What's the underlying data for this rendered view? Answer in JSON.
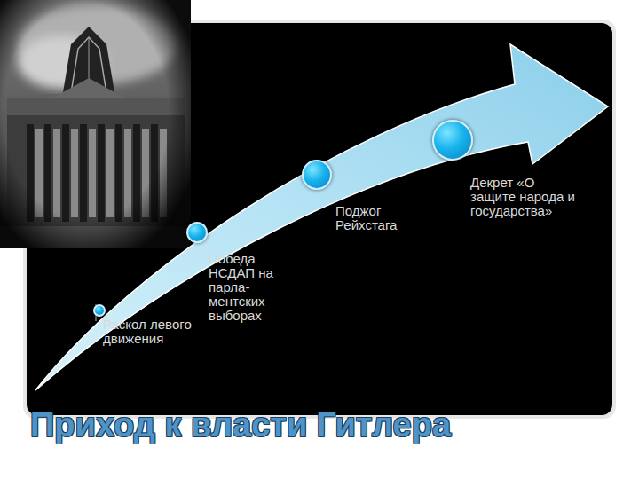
{
  "diagram": {
    "title": "Приход к власти Гитлера",
    "nodes": [
      {
        "text": [
          "Раскол левого движения"
        ]
      },
      {
        "text": [
          "Победа НСДАП на парла- ментских выборах"
        ]
      },
      {
        "text": [
          "Поджог Рейхстага"
        ]
      },
      {
        "text": [
          "Декрет «О защите народа и государства»"
        ]
      }
    ]
  }
}
